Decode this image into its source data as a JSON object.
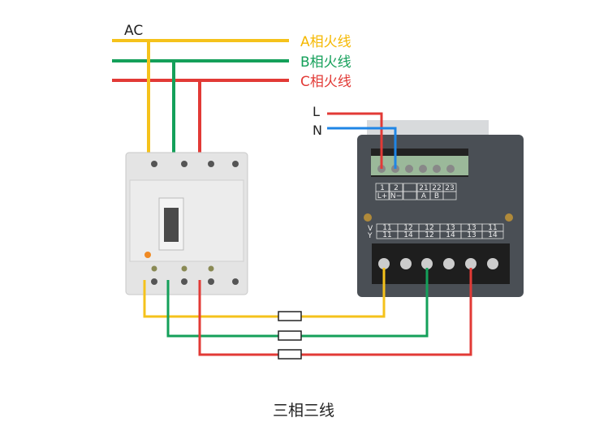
{
  "source": {
    "label": "AC"
  },
  "phases": [
    {
      "label": "A相火线",
      "color": "#f5c21b"
    },
    {
      "label": "B相火线",
      "color": "#14a05a"
    },
    {
      "label": "C相火线",
      "color": "#e23a36"
    }
  ],
  "power": [
    {
      "label": "L",
      "color": "#e23a36"
    },
    {
      "label": "N",
      "color": "#1f86e6"
    }
  ],
  "meter": {
    "top_terminals": [
      "1",
      "2",
      "",
      "21",
      "22",
      "23"
    ],
    "top_functions": [
      "L+",
      "N−",
      "",
      "A",
      "B",
      ""
    ],
    "row1_marker": "V",
    "row2_marker": "Y",
    "row1": [
      "11",
      "12",
      "12",
      "13",
      "13",
      "11"
    ],
    "row2": [
      "11",
      "14",
      "12",
      "14",
      "13",
      "14"
    ]
  },
  "caption": "三相三线"
}
